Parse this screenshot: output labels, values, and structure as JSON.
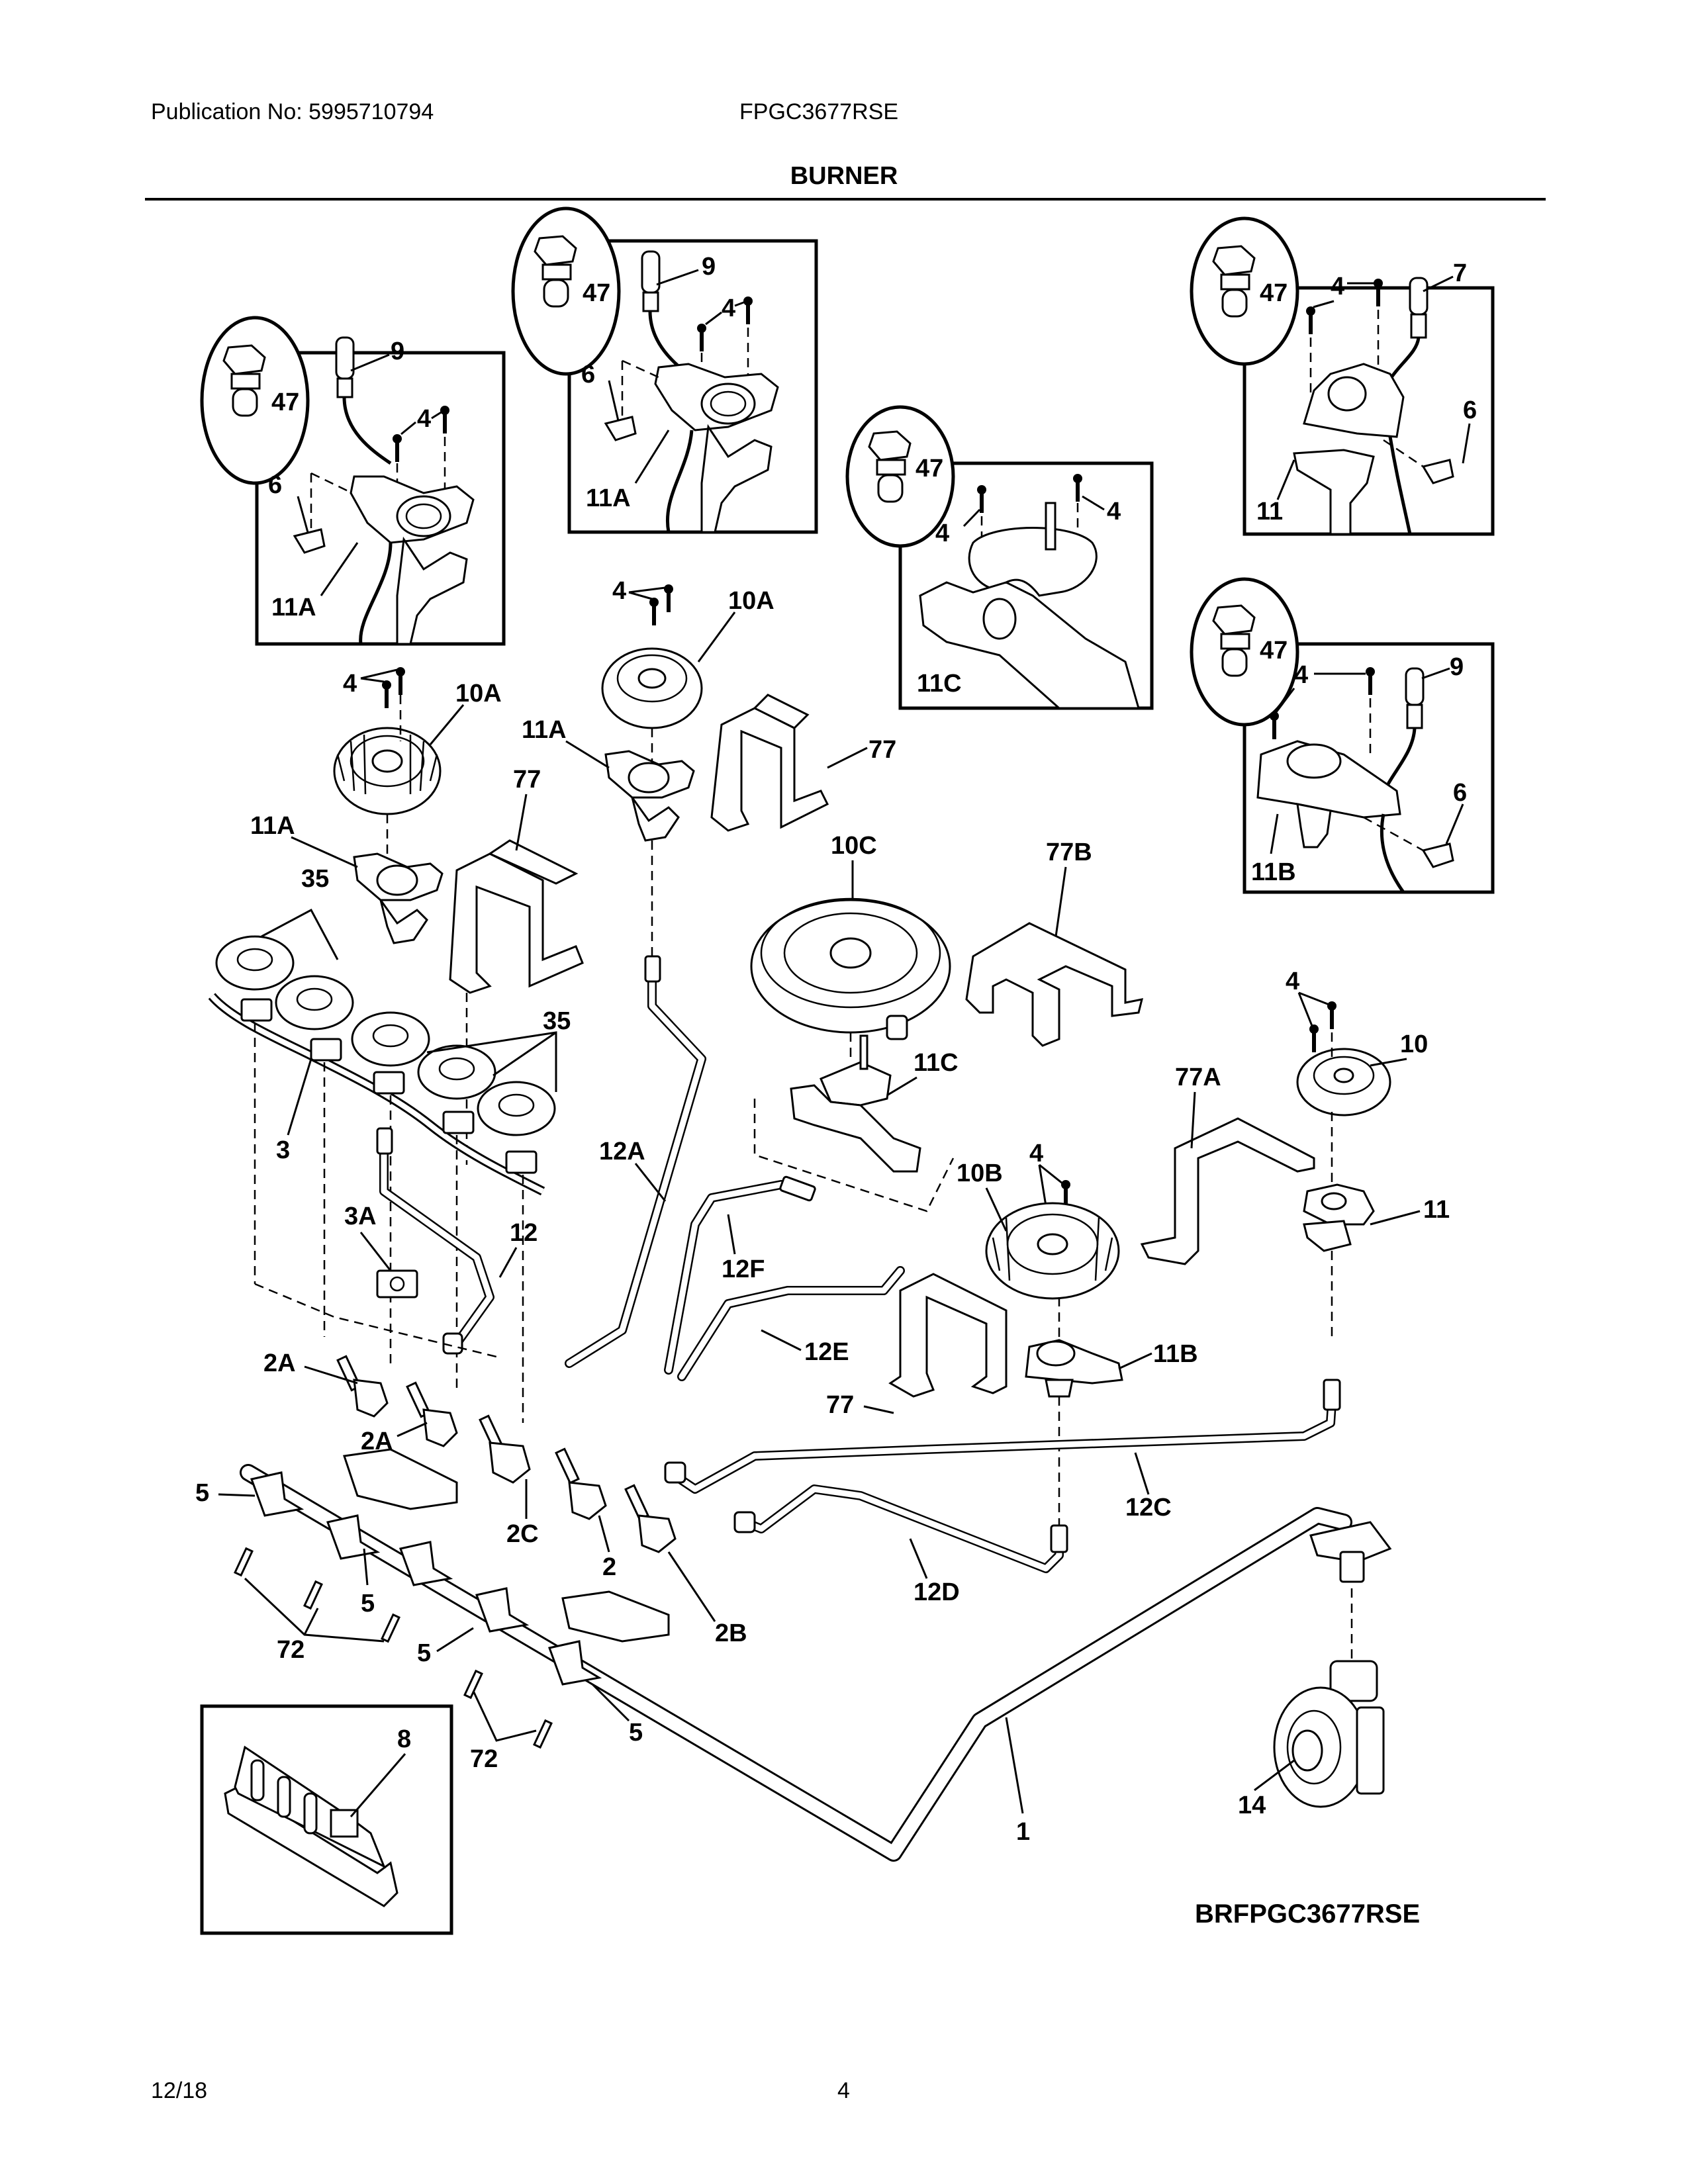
{
  "header": {
    "publication": "Publication No: 5995710794",
    "model": "FPGC3677RSE",
    "section_title": "BURNER"
  },
  "footer": {
    "date": "12/18",
    "page_number": "4"
  },
  "diagram": {
    "diagram_code": "BRFPGC3677RSE",
    "insets": [
      {
        "name": "inset-11a-left",
        "labels": [
          "47",
          "9",
          "4",
          "6",
          "11A"
        ]
      },
      {
        "name": "inset-11a-top",
        "labels": [
          "47",
          "9",
          "4",
          "6",
          "11A"
        ]
      },
      {
        "name": "inset-11c",
        "labels": [
          "47",
          "4",
          "4",
          "11C"
        ]
      },
      {
        "name": "inset-11-top-right",
        "labels": [
          "47",
          "4",
          "7",
          "6",
          "11"
        ]
      },
      {
        "name": "inset-11b",
        "labels": [
          "47",
          "4",
          "9",
          "6",
          "11B"
        ]
      },
      {
        "name": "inset-8",
        "labels": [
          "8"
        ]
      }
    ],
    "callouts": {
      "i1_47": "47",
      "i1_9": "9",
      "i1_4": "4",
      "i1_6": "6",
      "i1_11A": "11A",
      "i2_47": "47",
      "i2_9": "9",
      "i2_4": "4",
      "i2_6": "6",
      "i2_11A": "11A",
      "i3_47": "47",
      "i3_4a": "4",
      "i3_4b": "4",
      "i3_11C": "11C",
      "i4_47": "47",
      "i4_4": "4",
      "i4_7": "7",
      "i4_6": "6",
      "i4_11": "11",
      "i5_47": "47",
      "i5_4": "4",
      "i5_9": "9",
      "i5_6": "6",
      "i5_11B": "11B",
      "i6_8": "8",
      "m_4_left": "4",
      "m_10A_left": "10A",
      "m_11A_left": "11A",
      "m_35_left": "35",
      "m_77_left": "77",
      "m_4_mid": "4",
      "m_10A_mid": "10A",
      "m_11A_mid": "11A",
      "m_77_mid": "77",
      "m_10C": "10C",
      "m_77B": "77B",
      "m_35_right": "35",
      "m_3": "3",
      "m_11C": "11C",
      "m_12A": "12A",
      "m_4_10B": "4",
      "m_10B": "10B",
      "m_77A": "77A",
      "m_4_10": "4",
      "m_10": "10",
      "m_11": "11",
      "m_3A": "3A",
      "m_12": "12",
      "m_12F": "12F",
      "m_12E": "12E",
      "m_2A_1": "2A",
      "m_2A_2": "2A",
      "m_77_low": "77",
      "m_11B": "11B",
      "m_5_1": "5",
      "m_2C": "2C",
      "m_2": "2",
      "m_12C": "12C",
      "m_5_2": "5",
      "m_2B": "2B",
      "m_12D": "12D",
      "m_72_1": "72",
      "m_5_3": "5",
      "m_5_4": "5",
      "m_72_2": "72",
      "m_1": "1",
      "m_14": "14"
    }
  }
}
